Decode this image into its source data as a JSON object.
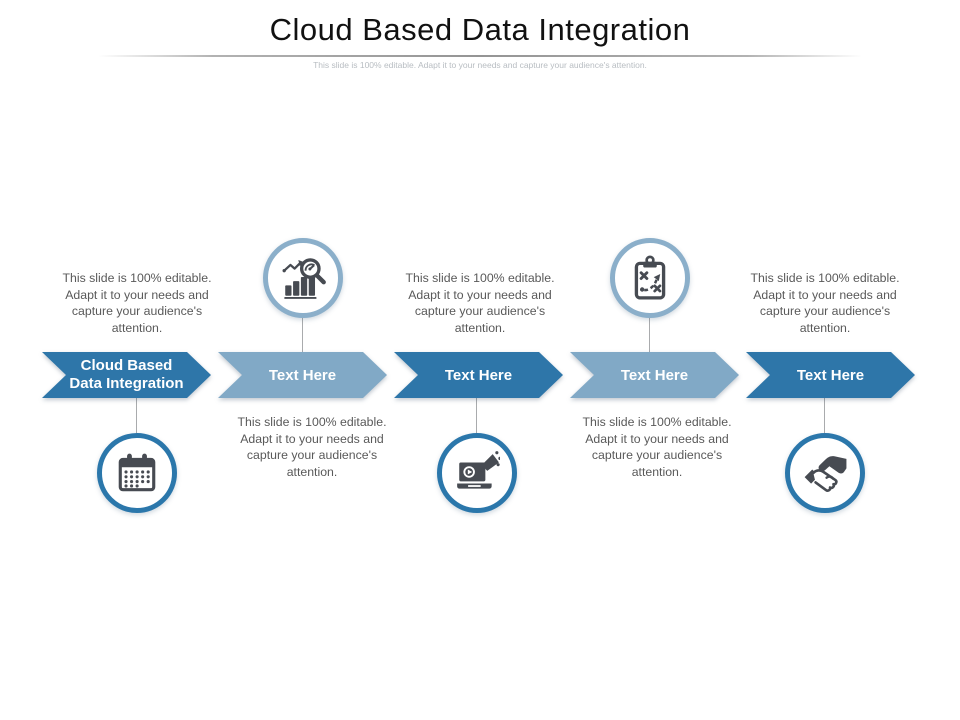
{
  "slide": {
    "title": "Cloud Based Data Integration",
    "subtitle": "This slide is 100% editable. Adapt it to your needs and capture your audience's attention."
  },
  "colors": {
    "dark_blue": "#2E76A9",
    "light_blue": "#81A9C6",
    "ring_light": "#8BAFCA",
    "ring_dark": "#2B77AB",
    "icon_gray": "#474B52",
    "body_text": "#595959",
    "subtitle_gray": "#B8BDC2",
    "connector": "#A9ABAD",
    "title_black": "#111111"
  },
  "timeline": {
    "steps": [
      {
        "label": "Cloud Based Data Integration",
        "tone": "dark",
        "icon": "calendar-icon",
        "icon_position": "below",
        "description": "This slide is 100% editable. Adapt it to your needs and capture your audience's attention."
      },
      {
        "label": "Text Here",
        "tone": "light",
        "icon": "analytics-search-icon",
        "icon_position": "above",
        "description": "This slide is 100% editable. Adapt it to your needs and capture your audience's attention."
      },
      {
        "label": "Text Here",
        "tone": "dark",
        "icon": "video-marketing-icon",
        "icon_position": "below",
        "description": "This slide is 100% editable. Adapt it to your needs and capture your audience's attention."
      },
      {
        "label": "Text Here",
        "tone": "light",
        "icon": "strategy-clipboard-icon",
        "icon_position": "above",
        "description": "This slide is 100% editable. Adapt it to your needs and capture your audience's attention."
      },
      {
        "label": "Text Here",
        "tone": "dark",
        "icon": "handshake-icon",
        "icon_position": "below",
        "description": "This slide is 100% editable. Adapt it to your needs and capture your audience's attention."
      }
    ]
  }
}
